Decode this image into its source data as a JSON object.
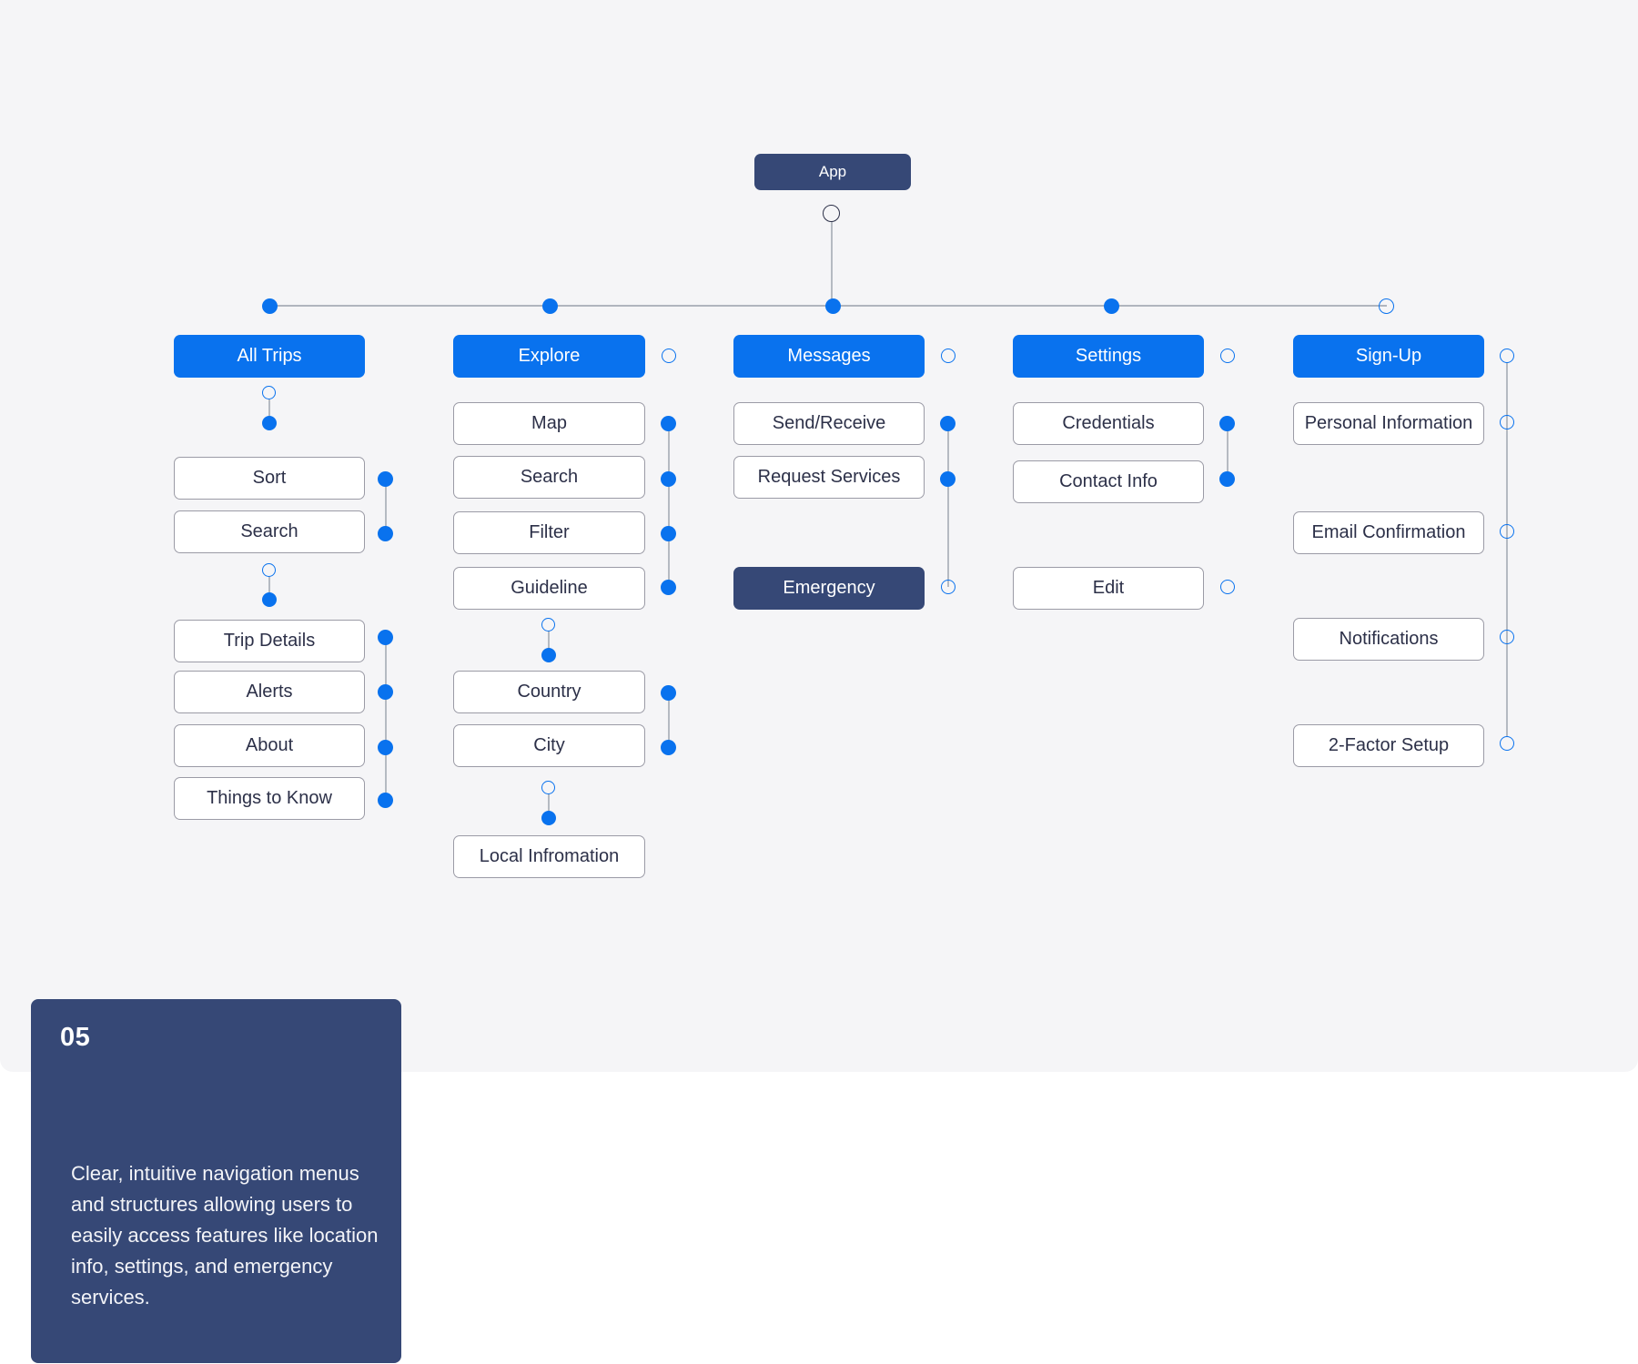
{
  "root": {
    "label": "App"
  },
  "columns": [
    {
      "header": "All Trips",
      "items": [
        "Sort",
        "Search",
        "Trip Details",
        "Alerts",
        "About",
        "Things to Know"
      ]
    },
    {
      "header": "Explore",
      "items": [
        "Map",
        "Search",
        "Filter",
        "Guideline",
        "Country",
        "City",
        "Local Infromation"
      ]
    },
    {
      "header": "Messages",
      "items": [
        "Send/Receive",
        "Request Services",
        "Emergency"
      ]
    },
    {
      "header": "Settings",
      "items": [
        "Credentials",
        "Contact Info",
        "Edit"
      ]
    },
    {
      "header": "Sign-Up",
      "items": [
        "Personal Information",
        "Email Confirmation",
        "Notifications",
        "2-Factor Setup"
      ]
    }
  ],
  "card": {
    "number": "05",
    "description": "Clear, intuitive navigation menus and structures allowing users to easily access features like location info, settings, and emergency services."
  },
  "colors": {
    "background": "#f5f5f7",
    "primary_blue": "#0972ee",
    "dark_navy": "#364876",
    "node_border": "#9b9ba6",
    "text_dark": "#2c3048",
    "connector": "#9aa0ab"
  }
}
